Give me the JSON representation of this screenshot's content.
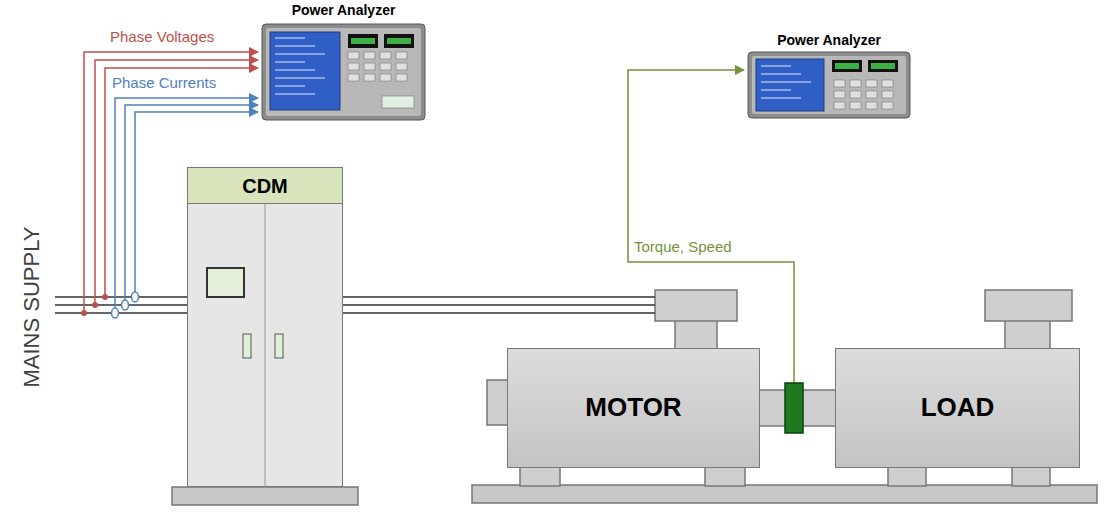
{
  "diagram": {
    "nodes": [
      {
        "text": [
          "Power Analyzer"
        ]
      },
      {
        "text": [
          "Power Analyzer"
        ]
      },
      {
        "text": [
          "CDM"
        ]
      },
      {
        "text": [
          "MOTOR"
        ]
      },
      {
        "text": [
          "LOAD"
        ]
      }
    ],
    "edges": [
      {
        "from": 2,
        "to": 3,
        "arrow": "none"
      }
    ],
    "labels": [
      "MAINS SUPPLY",
      "Phase Voltages",
      "Phase Currents",
      "Torque, Speed"
    ]
  }
}
